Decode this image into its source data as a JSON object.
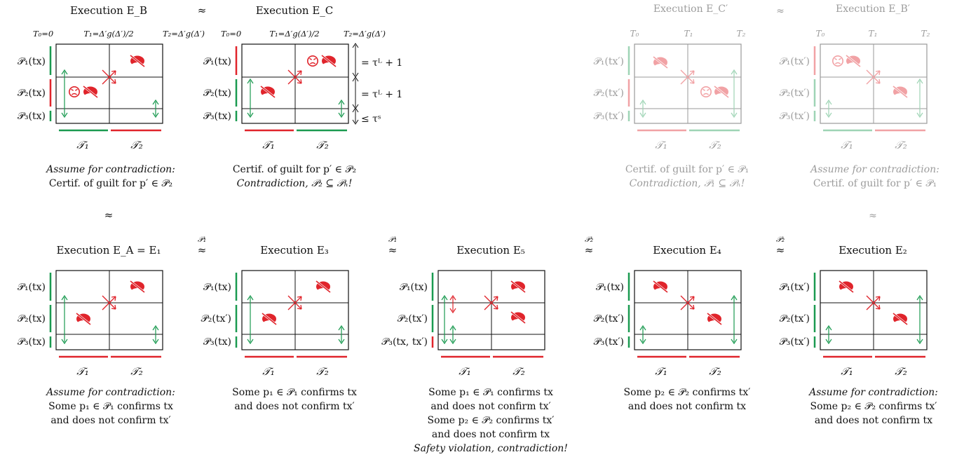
{
  "top": {
    "EB": {
      "title": "Execution E_B",
      "times": [
        "T₀=0",
        "T₁=Δ′g(Δ′)/2",
        "T₂=Δ′g(Δ′)"
      ],
      "rows": [
        "𝒫₁(tx)",
        "𝒫₂(tx)",
        "𝒫₃(tx)"
      ],
      "segments": [
        "𝒯₁",
        "𝒯₂"
      ],
      "cap_italic": "Assume for contradiction:",
      "cap": "Certif. of guilt for p′ ∈ 𝒫₂"
    },
    "EC": {
      "title": "Execution E_C",
      "times": [
        "T₀=0",
        "T₁=Δ′g(Δ′)/2",
        "T₂=Δ′g(Δ′)"
      ],
      "rows": [
        "𝒫₁(tx)",
        "𝒫₂(tx)",
        "𝒫₃(tx)"
      ],
      "segments": [
        "𝒯₁",
        "𝒯₂"
      ],
      "cap": "Certif. of guilt for p′ ∈ 𝒫₂",
      "cap_italic": "Contradiction, 𝒫₂ ⊆ 𝒫ₕ!",
      "interval_labels": [
        "= τᴸ + 1",
        "= τᴸ + 1",
        "≤ τˢ"
      ]
    },
    "ECp": {
      "title": "Execution E_C′",
      "times": [
        "T₀",
        "T₁",
        "T₂"
      ],
      "rows": [
        "𝒫₁(tx′)",
        "𝒫₂(tx′)",
        "𝒫₃(tx′)"
      ],
      "segments": [
        "𝒯₁",
        "𝒯₂"
      ],
      "cap": "Certif. of guilt for p′ ∈ 𝒫₁",
      "cap_italic": "Contradiction, 𝒫₁ ⊆ 𝒫ₕ!"
    },
    "EBp": {
      "title": "Execution E_B′",
      "times": [
        "T₀",
        "T₁",
        "T₂"
      ],
      "rows": [
        "𝒫₁(tx′)",
        "𝒫₂(tx′)",
        "𝒫₃(tx′)"
      ],
      "segments": [
        "𝒯₁",
        "𝒯₂"
      ],
      "cap_italic": "Assume for contradiction:",
      "cap": "Certif. of guilt for p′ ∈ 𝒫₁"
    }
  },
  "bottom": {
    "E1": {
      "title": "Execution E_A = E₁",
      "rows": [
        "𝒫₁(tx)",
        "𝒫₂(tx)",
        "𝒫₃(tx)"
      ],
      "segments": [
        "𝒯₁",
        "𝒯₂"
      ],
      "cap_italic": "Assume for contradiction:",
      "cap1": "Some p₁ ∈ 𝒫₁ confirms tx",
      "cap2": "and does not confirm tx′"
    },
    "E3": {
      "title": "Execution E₃",
      "rows": [
        "𝒫₁(tx)",
        "𝒫₂(tx′)",
        "𝒫₃(tx)"
      ],
      "segments": [
        "𝒯₁",
        "𝒯₂"
      ],
      "cap1": "Some p₁ ∈ 𝒫₁ confirms tx",
      "cap2": "and does not confirm tx′"
    },
    "E5": {
      "title": "Execution E₅",
      "rows": [
        "𝒫₁(tx)",
        "𝒫₂(tx′)",
        "𝒫₃(tx, tx′)"
      ],
      "segments": [
        "𝒯₁",
        "𝒯₂"
      ],
      "cap1": "Some p₁ ∈ 𝒫₁ confirms tx",
      "cap2": "and does not confirm tx′",
      "cap3": "Some p₂ ∈ 𝒫₂ confirms tx′",
      "cap4": "and does not confirm tx",
      "cap_italic": "Safety violation, contradiction!"
    },
    "E4": {
      "title": "Execution E₄",
      "rows": [
        "𝒫₁(tx)",
        "𝒫₂(tx′)",
        "𝒫₃(tx′)"
      ],
      "segments": [
        "𝒯₁",
        "𝒯₂"
      ],
      "cap1": "Some p₂ ∈ 𝒫₂ confirms tx′",
      "cap2": "and does not confirm tx"
    },
    "E2": {
      "title": "Execution E₂",
      "rows": [
        "𝒫₁(tx′)",
        "𝒫₂(tx′)",
        "𝒫₃(tx′)"
      ],
      "segments": [
        "𝒯₁",
        "𝒯₂"
      ],
      "cap_italic": "Assume for contradiction:",
      "cap1": "Some p₂ ∈ 𝒫₂ confirms tx′",
      "cap2": "and does not confirm tx"
    }
  },
  "relations": {
    "approx": "≈",
    "p1": "𝒫₁",
    "p2": "𝒫₂"
  },
  "colors": {
    "red": "#e0242b",
    "green": "#1a9a50",
    "black": "#111111"
  },
  "icons": [
    "hidden-icon",
    "angry-face-icon",
    "cross-arrow-icon",
    "double-arrow-icon"
  ]
}
